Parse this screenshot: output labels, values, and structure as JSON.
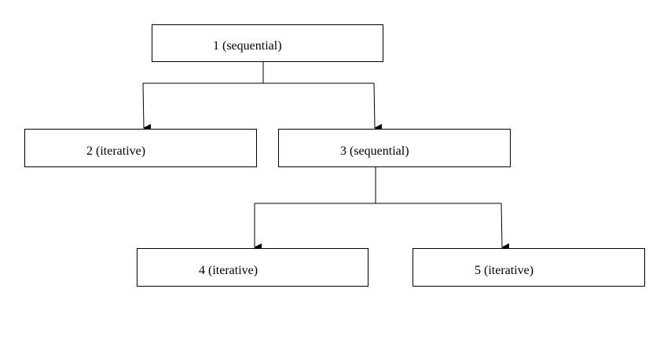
{
  "diagram": {
    "nodes": [
      {
        "id": "n1",
        "label": "1 (sequential)"
      },
      {
        "id": "n2",
        "label": "2 (iterative)"
      },
      {
        "id": "n3",
        "label": "3 (sequential)"
      },
      {
        "id": "n4",
        "label": "4 (iterative)"
      },
      {
        "id": "n5",
        "label": "5 (iterative)"
      }
    ],
    "edges": [
      {
        "from": "n1",
        "to": "n2"
      },
      {
        "from": "n1",
        "to": "n3"
      },
      {
        "from": "n3",
        "to": "n4"
      },
      {
        "from": "n3",
        "to": "n5"
      }
    ],
    "colors": {
      "line": "#000000",
      "box_border": "#000000",
      "background": "#ffffff"
    }
  }
}
